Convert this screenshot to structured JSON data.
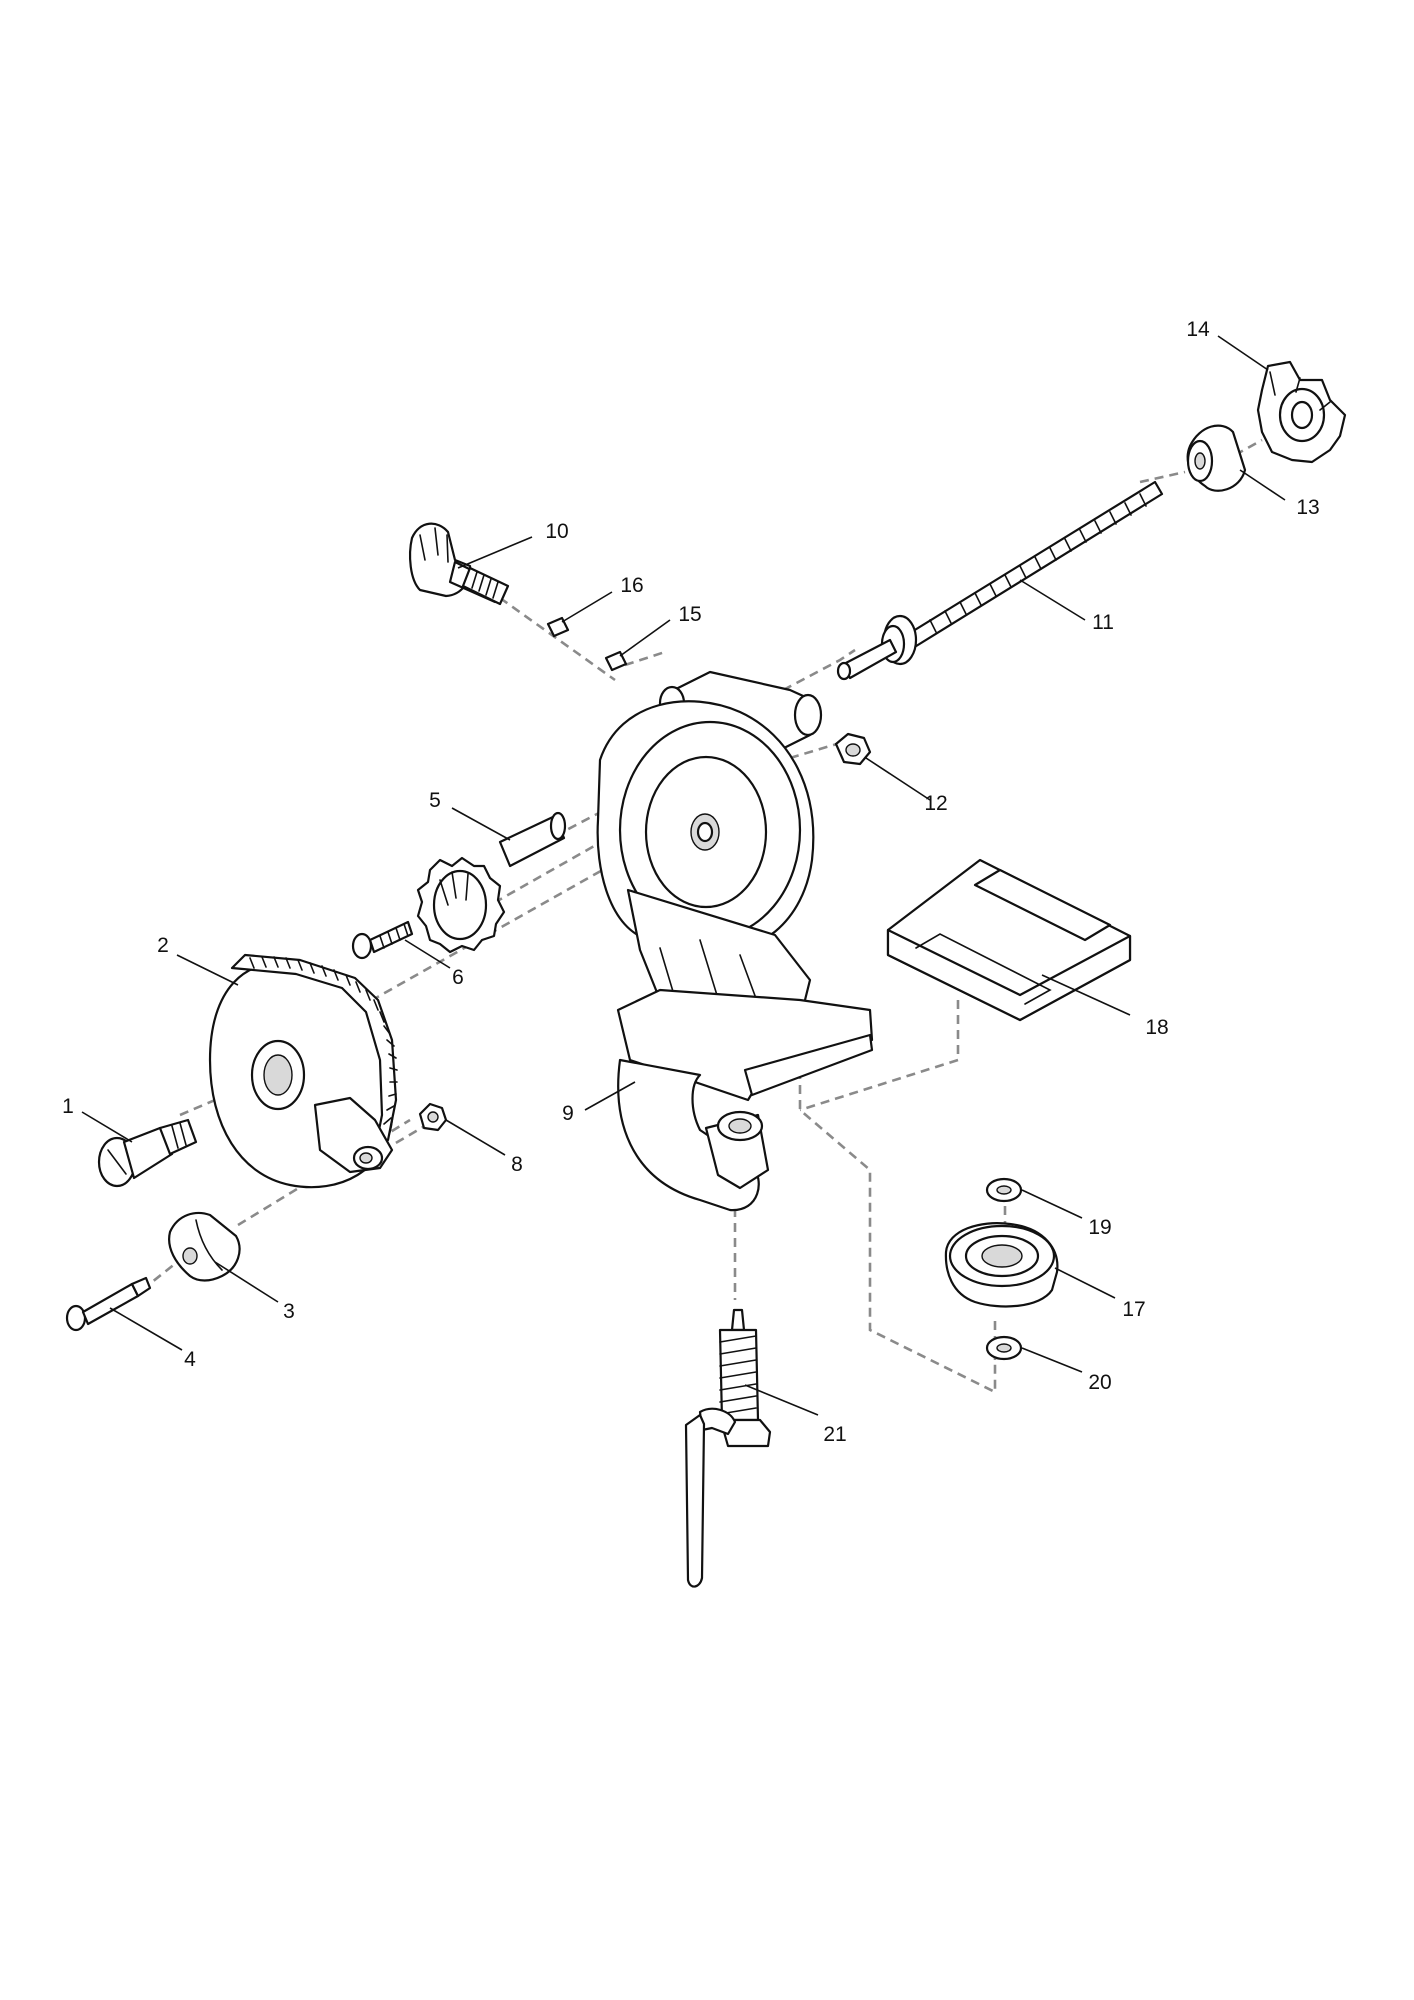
{
  "callouts": [
    "1",
    "2",
    "3",
    "4",
    "5",
    "6",
    "8",
    "9",
    "10",
    "11",
    "12",
    "13",
    "14",
    "15",
    "16",
    "17",
    "18",
    "19",
    "20",
    "21"
  ]
}
